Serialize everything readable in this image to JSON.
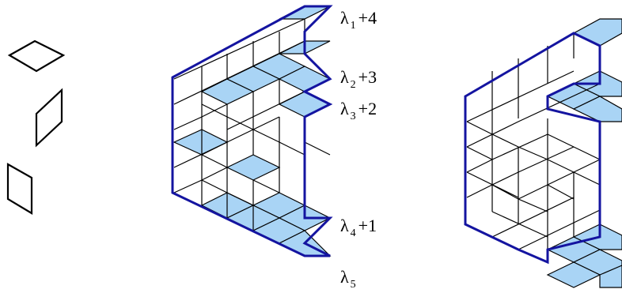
{
  "colors": {
    "fill_highlight": "#a9d4f5",
    "grid_stroke": "#000000",
    "boundary_stroke": "#1414a0",
    "background": "#ffffff"
  },
  "tile_shapes": [
    {
      "name": "horizontal-rhombus"
    },
    {
      "name": "right-leaning-rhombus"
    },
    {
      "name": "left-leaning-rhombus"
    }
  ],
  "labels": [
    {
      "symbol": "λ",
      "sub": "1",
      "suffix": "+4"
    },
    {
      "symbol": "λ",
      "sub": "2",
      "suffix": "+3"
    },
    {
      "symbol": "λ",
      "sub": "3",
      "suffix": "+2"
    },
    {
      "symbol": "λ",
      "sub": "4",
      "suffix": "+1"
    },
    {
      "symbol": "λ",
      "sub": "5",
      "suffix": ""
    }
  ]
}
